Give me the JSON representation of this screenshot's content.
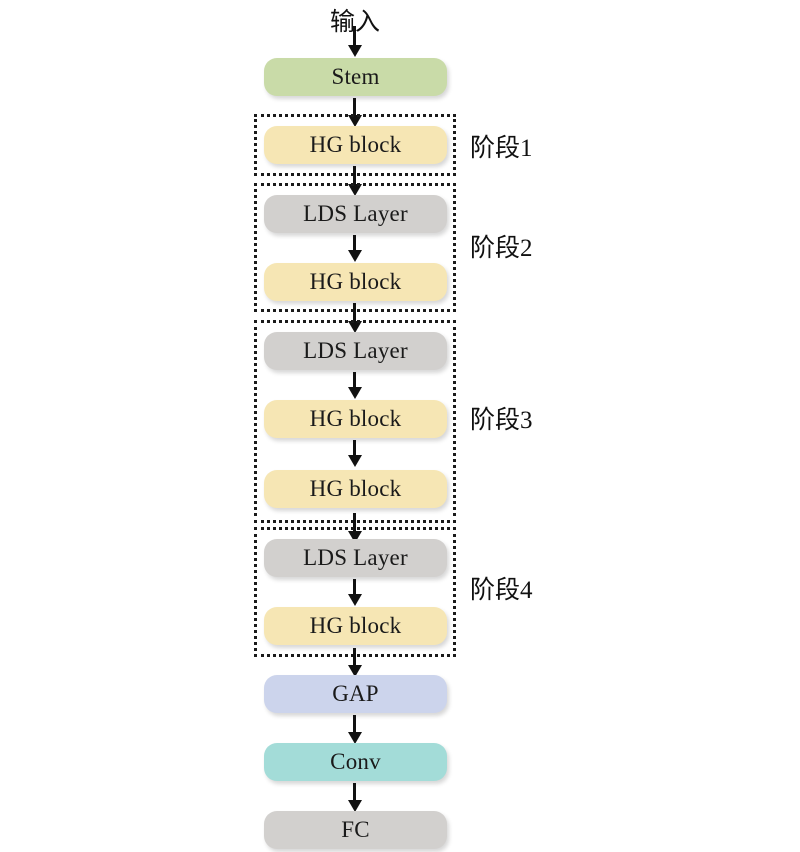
{
  "diagram": {
    "title_text": "输入",
    "colors": {
      "stem": "#c9dba8",
      "hg_block": "#f6e6b4",
      "lds_layer": "#d2d0ce",
      "gap": "#ccd4ec",
      "conv": "#a3dcd8",
      "fc": "#d2d0ce",
      "arrow": "#111111",
      "stage_border": "#1a1a1a",
      "background": "#ffffff"
    },
    "input": {
      "label": "输入"
    },
    "nodes": {
      "stem": "Stem",
      "hg_block_1": "HG block",
      "lds_layer_2": "LDS Layer",
      "hg_block_2": "HG block",
      "lds_layer_3": "LDS Layer",
      "hg_block_3a": "HG block",
      "hg_block_3b": "HG block",
      "lds_layer_4": "LDS Layer",
      "hg_block_4": "HG block",
      "gap": "GAP",
      "conv": "Conv",
      "fc": "FC"
    },
    "stages": [
      {
        "label": "阶段1",
        "blocks": [
          "HG block"
        ]
      },
      {
        "label": "阶段2",
        "blocks": [
          "LDS Layer",
          "HG block"
        ]
      },
      {
        "label": "阶段3",
        "blocks": [
          "LDS Layer",
          "HG block",
          "HG block"
        ]
      },
      {
        "label": "阶段4",
        "blocks": [
          "LDS Layer",
          "HG block"
        ]
      }
    ],
    "flow_order": [
      "输入",
      "Stem",
      "HG block",
      "LDS Layer",
      "HG block",
      "LDS Layer",
      "HG block",
      "HG block",
      "LDS Layer",
      "HG block",
      "GAP",
      "Conv",
      "FC"
    ]
  }
}
